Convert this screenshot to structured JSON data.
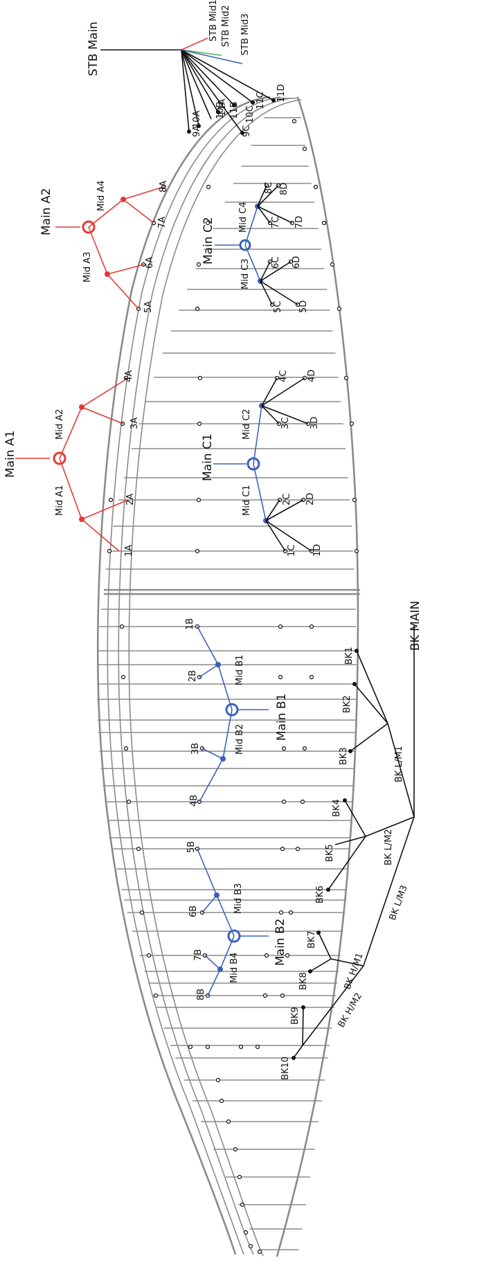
{
  "stb": {
    "main": "STB Main",
    "mid1": "STB Mid1",
    "mid2": "STB Mid2",
    "mid3": "STB Mid3",
    "colors": {
      "mid1": "#e53935",
      "mid2": "#4caf50",
      "mid3": "#3a62b8"
    }
  },
  "a_lines": {
    "main1": "Main A1",
    "main2": "Main A2",
    "mids": [
      "Mid A1",
      "Mid A2",
      "Mid A3",
      "Mid A4"
    ],
    "color": "#e53935"
  },
  "c_lines": {
    "main1": "Main C1",
    "main2": "Main C2",
    "mids": [
      "Mid C1",
      "Mid C2",
      "Mid C3",
      "Mid C4"
    ],
    "color": "#3a62b8"
  },
  "b_lines": {
    "main1": "Main B1",
    "main2": "Main B2",
    "mids": [
      "Mid B1",
      "Mid B2",
      "Mid B3",
      "Mid B4"
    ],
    "color": "#3a62b8"
  },
  "brake": {
    "main": "BK MAIN",
    "lm": [
      "BK L/M1",
      "BK L/M2",
      "BK L/M3"
    ],
    "hm": [
      "BK H/M1",
      "BK H/M2"
    ],
    "lines": [
      "BK1",
      "BK2",
      "BK3",
      "BK4",
      "BK5",
      "BK6",
      "BK7",
      "BK8",
      "BK9",
      "BK10"
    ]
  },
  "attachment_labels": {
    "a": [
      "1A",
      "2A",
      "3A",
      "4A",
      "5A",
      "6A",
      "7A",
      "8A",
      "9A",
      "10A",
      "11A"
    ],
    "b": [
      "1B",
      "2B",
      "3B",
      "4B",
      "5B",
      "6B",
      "7B",
      "8B",
      "9B",
      "10B",
      "11B"
    ],
    "c": [
      "1C",
      "2C",
      "3C",
      "4C",
      "5C",
      "6C",
      "7C",
      "8C",
      "9C",
      "10C",
      "11C"
    ],
    "d": [
      "1D",
      "2D",
      "3D",
      "4D",
      "5D",
      "6D",
      "7D",
      "8D",
      "11D"
    ]
  }
}
